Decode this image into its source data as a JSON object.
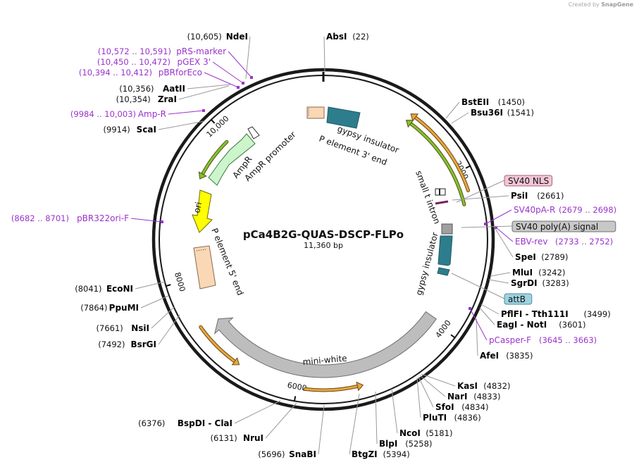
{
  "credit": {
    "prefix": "Created by",
    "brand": "SnapGene"
  },
  "plasmid": {
    "name": "pCa4B2G-QUAS-DSCP-FLPo",
    "size_label": "11,360 bp",
    "length": 11360
  },
  "ruler_ticks": [
    {
      "label": "2000",
      "pos": 2000
    },
    {
      "label": "4000",
      "pos": 4000
    },
    {
      "label": "6000",
      "pos": 6000
    },
    {
      "label": "8000",
      "pos": 8000
    },
    {
      "label": "10,000",
      "pos": 10000
    }
  ],
  "enzymes": [
    {
      "name": "AbsI",
      "pos": "(22)",
      "side": "right"
    },
    {
      "name": "BstEII",
      "pos": "(1450)",
      "side": "right"
    },
    {
      "name": "Bsu36I",
      "pos": "(1541)",
      "side": "right"
    },
    {
      "name": "PsiI",
      "pos": "(2661)",
      "side": "right"
    },
    {
      "name": "SpeI",
      "pos": "(2789)",
      "side": "right"
    },
    {
      "name": "MluI",
      "pos": "(3242)",
      "side": "right"
    },
    {
      "name": "SgrDI",
      "pos": "(3283)",
      "side": "right"
    },
    {
      "name": "PflFI - Tth111I",
      "pos": "(3499)",
      "side": "right"
    },
    {
      "name": "EagI - NotI",
      "pos": "(3601)",
      "side": "right"
    },
    {
      "name": "AfeI",
      "pos": "(3835)",
      "side": "right"
    },
    {
      "name": "KasI",
      "pos": "(4832)",
      "side": "right"
    },
    {
      "name": "NarI",
      "pos": "(4833)",
      "side": "right"
    },
    {
      "name": "SfoI",
      "pos": "(4834)",
      "side": "right"
    },
    {
      "name": "PluTI",
      "pos": "(4836)",
      "side": "right"
    },
    {
      "name": "NcoI",
      "pos": "(5181)",
      "side": "right"
    },
    {
      "name": "BlpI",
      "pos": "(5258)",
      "side": "right"
    },
    {
      "name": "BtgZI",
      "pos": "(5394)",
      "side": "right"
    },
    {
      "name": "SnaBI",
      "pos": "(5696)",
      "side": "left"
    },
    {
      "name": "NruI",
      "pos": "(6131)",
      "side": "left"
    },
    {
      "name": "BspDI - ClaI",
      "pos": "(6376)",
      "side": "left"
    },
    {
      "name": "BsrGI",
      "pos": "(7492)",
      "side": "left"
    },
    {
      "name": "NsiI",
      "pos": "(7661)",
      "side": "left"
    },
    {
      "name": "PpuMI",
      "pos": "(7864)",
      "side": "left"
    },
    {
      "name": "EcoNI",
      "pos": "(8041)",
      "side": "left"
    },
    {
      "name": "ScaI",
      "pos": "(9914)",
      "side": "left"
    },
    {
      "name": "ZraI",
      "pos": "(10,354)",
      "side": "left"
    },
    {
      "name": "AatII",
      "pos": "(10,356)",
      "side": "left"
    },
    {
      "name": "NdeI",
      "pos": "(10,605)",
      "side": "left"
    }
  ],
  "primers": [
    {
      "name": "pRS-marker",
      "range": "(10,572 .. 10,591)",
      "side": "left"
    },
    {
      "name": "pGEX 3'",
      "range": "(10,450 .. 10,472)",
      "side": "left"
    },
    {
      "name": "pBRforEco",
      "range": "(10,394 .. 10,412)",
      "side": "left"
    },
    {
      "name": "Amp-R",
      "range": "(9984 .. 10,003)",
      "side": "left"
    },
    {
      "name": "pBR322ori-F",
      "range": "(8682 .. 8701)",
      "side": "left"
    },
    {
      "name": "SV40pA-R",
      "range": "(2679 .. 2698)",
      "side": "right"
    },
    {
      "name": "EBV-rev",
      "range": "(2733 .. 2752)",
      "side": "right"
    },
    {
      "name": "pCasper-F",
      "range": "(3645 .. 3663)",
      "side": "right"
    }
  ],
  "boxed_features": [
    {
      "name": "SV40 NLS",
      "fill": "#f2c6d6",
      "stroke": "#b06080"
    },
    {
      "name": "SV40 poly(A) signal",
      "fill": "#c8c8c8",
      "stroke": "#707070"
    },
    {
      "name": "attB",
      "fill": "#9fd3e0",
      "stroke": "#4a8fa3"
    }
  ],
  "features": [
    {
      "name": "gypsy insulator",
      "color": "#2e7d8c"
    },
    {
      "name": "P element 3' end",
      "color": "#fad7b5"
    },
    {
      "name": "small t intron",
      "color": "#ffffff"
    },
    {
      "name": "gypsy insulator",
      "color": "#2e7d8c"
    },
    {
      "name": "mini-white",
      "color": "#bdbdbd"
    },
    {
      "name": "P element 5' end",
      "color": "#fad7b5"
    },
    {
      "name": "ori",
      "color": "#ffff00"
    },
    {
      "name": "AmpR",
      "color": "#ccf5cc"
    },
    {
      "name": "AmpR promoter",
      "color": "#ffffff"
    }
  ],
  "colors": {
    "enzyme_text": "#000000",
    "primer_text": "#9a33cc",
    "orf_orange": "#e8a640",
    "orf_green": "#78c832",
    "backbone": "#222222"
  }
}
